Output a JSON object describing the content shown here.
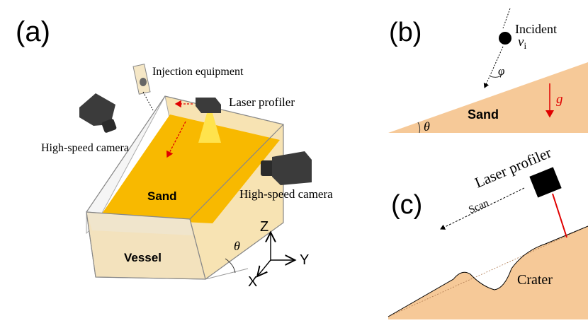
{
  "panel_a": {
    "panel_label": "(a)",
    "injection_label": "Injection equipment",
    "laser_label": "Laser profiler",
    "camera_left_label": "High-speed camera",
    "camera_right_label": "High-speed camera",
    "sand_label": "Sand",
    "vessel_label": "Vessel",
    "theta_label": "θ",
    "axis_z": "Z",
    "axis_y": "Y",
    "axis_x": "X"
  },
  "panel_b": {
    "panel_label": "(b)",
    "incident_label": "Incident",
    "velocity_symbol": "v",
    "velocity_subscript": "i",
    "phi_label": "φ",
    "theta_label": "θ",
    "sand_label": "Sand",
    "gravity_label": "g"
  },
  "panel_c": {
    "panel_label": "(c)",
    "laser_label": "Laser profiler",
    "scan_label": "Scan",
    "crater_label": "Crater"
  },
  "colors": {
    "sand_panel": "#f6c998",
    "sand_top": "#f8b900",
    "vessel_front": "#f3e2bd",
    "vessel_side": "#f6dfa6",
    "camera": "#3b3b3b",
    "laser_beam": "#e00000",
    "gravity": "#e00000",
    "beam_cone": "#ffe34d"
  }
}
